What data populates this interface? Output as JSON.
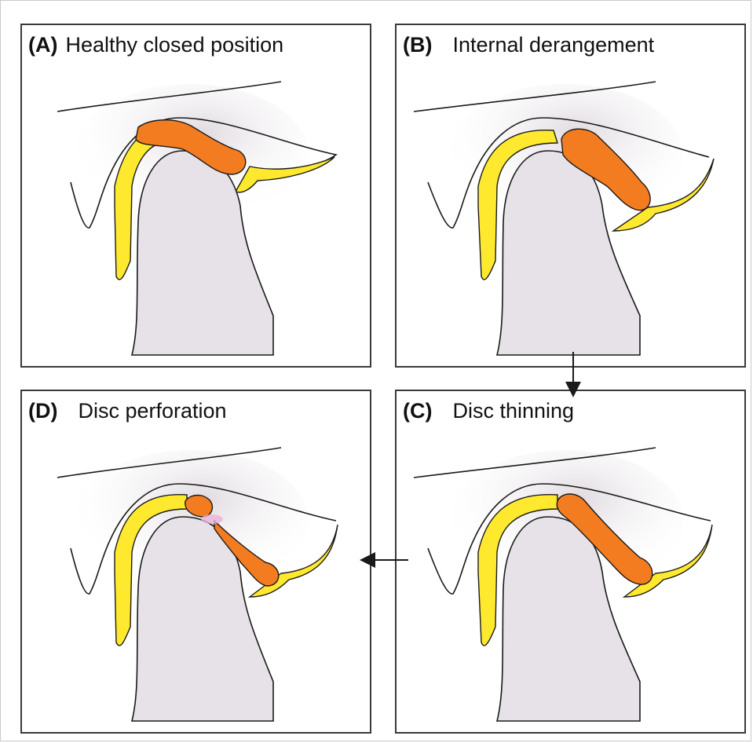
{
  "panels": {
    "a": {
      "letter": "(A)",
      "label": "Healthy closed position"
    },
    "b": {
      "letter": "(B)",
      "label": "Internal derangement"
    },
    "c": {
      "letter": "(C)",
      "label": "Disc thinning"
    },
    "d": {
      "letter": "(D)",
      "label": "Disc perforation"
    }
  },
  "colors": {
    "disc": "#f47c20",
    "ligament": "#ffe92e",
    "bone": "#e6e2e8",
    "outline": "#1a1a1a",
    "perforation": "#e8b4d8"
  }
}
